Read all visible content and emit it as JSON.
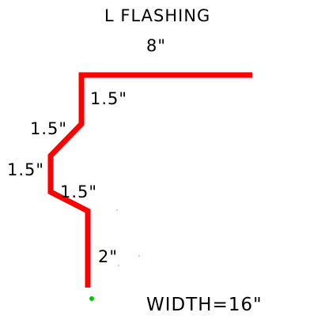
{
  "title": "L FLASHING",
  "dimensions": {
    "top": "8\"",
    "segment_a": "1.5\"",
    "segment_b": "1.5\"",
    "segment_c": "1.5\"",
    "segment_d": "1.5\"",
    "segment_e": "2\""
  },
  "width_label": "WIDTH=16\"",
  "colors": {
    "profile_line": "#ff0000",
    "end_marker": "#00c800",
    "text": "#000000"
  }
}
